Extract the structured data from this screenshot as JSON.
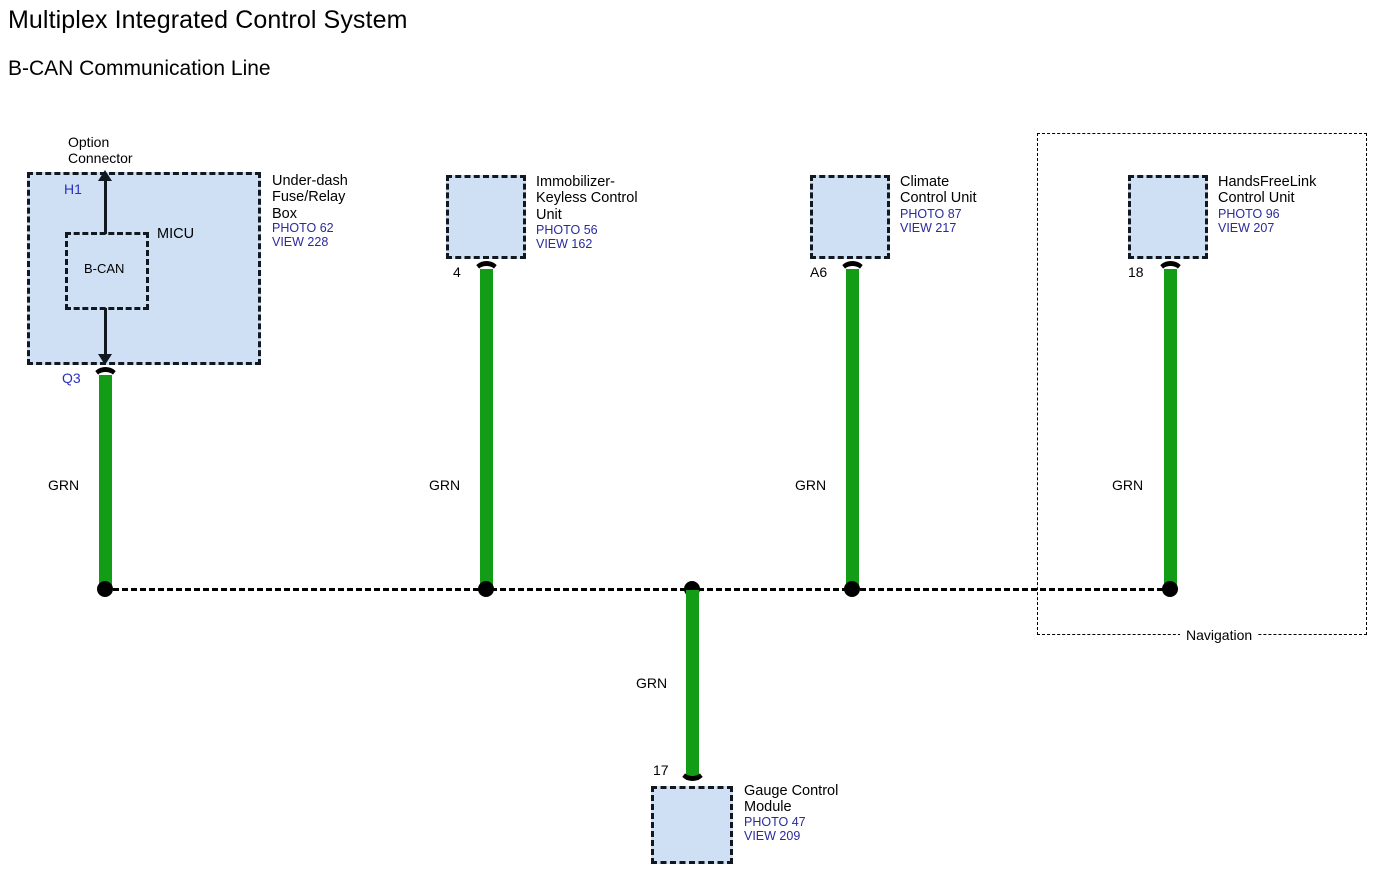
{
  "diagram": {
    "title": "Multiplex Integrated Control System",
    "subtitle": "B-CAN Communication Line",
    "wire_color_label": "GRN",
    "wire_color_hex": "#139c16",
    "module_fill_hex": "#cfe0f5",
    "reference_text_hex": "#2a2a9c",
    "connector_label_hex": "#2a2fbf",
    "enclosure": {
      "label": "Navigation"
    },
    "bus": {
      "name": "B-CAN bus line",
      "style": "dashed"
    }
  },
  "modules": [
    {
      "id": "under-dash-fuse-relay-box",
      "name": "Under-dash\nFuse/Relay\nBox",
      "photo": "PHOTO 62",
      "view": "VIEW 228",
      "pin": "Q3",
      "wire_label": "GRN",
      "inner_block": "MICU",
      "inner_signal": "B-CAN",
      "top_connector": "Option\nConnector",
      "top_connector_pin": "H1"
    },
    {
      "id": "immobilizer-keyless-control-unit",
      "name": "Immobilizer-\nKeyless Control\nUnit",
      "photo": "PHOTO 56",
      "view": "VIEW 162",
      "pin": "4",
      "wire_label": "GRN"
    },
    {
      "id": "climate-control-unit",
      "name": "Climate\nControl Unit",
      "photo": "PHOTO 87",
      "view": "VIEW 217",
      "pin": "A6",
      "wire_label": "GRN"
    },
    {
      "id": "handsfreelink-control-unit",
      "name": "HandsFreeLink\nControl Unit",
      "photo": "PHOTO 96",
      "view": "VIEW 207",
      "pin": "18",
      "wire_label": "GRN"
    },
    {
      "id": "gauge-control-module",
      "name": "Gauge Control\nModule",
      "photo": "PHOTO 47",
      "view": "VIEW 209",
      "pin": "17",
      "wire_label": "GRN"
    }
  ]
}
